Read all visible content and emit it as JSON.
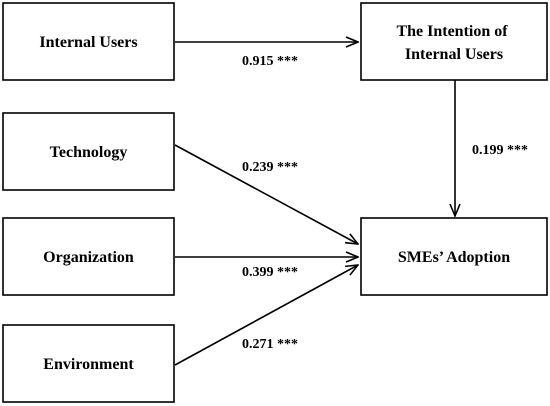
{
  "colors": {
    "stroke": "#000000",
    "text": "#000000",
    "background": "#ffffff"
  },
  "nodes": {
    "internal_users": {
      "label": "Internal Users"
    },
    "intention": {
      "label_lines": [
        "The Intention of",
        "Internal Users"
      ]
    },
    "technology": {
      "label": "Technology"
    },
    "organization": {
      "label": "Organization"
    },
    "environment": {
      "label": "Environment"
    },
    "smes_adoption": {
      "label": "SMEs’ Adoption"
    }
  },
  "edges": {
    "internal_users_to_intention": {
      "coefficient": "0.915 ***"
    },
    "intention_to_adoption": {
      "coefficient": "0.199 ***"
    },
    "technology_to_adoption": {
      "coefficient": "0.239 ***"
    },
    "organization_to_adoption": {
      "coefficient": "0.399 ***"
    },
    "environment_to_adoption": {
      "coefficient": "0.271 ***"
    }
  }
}
